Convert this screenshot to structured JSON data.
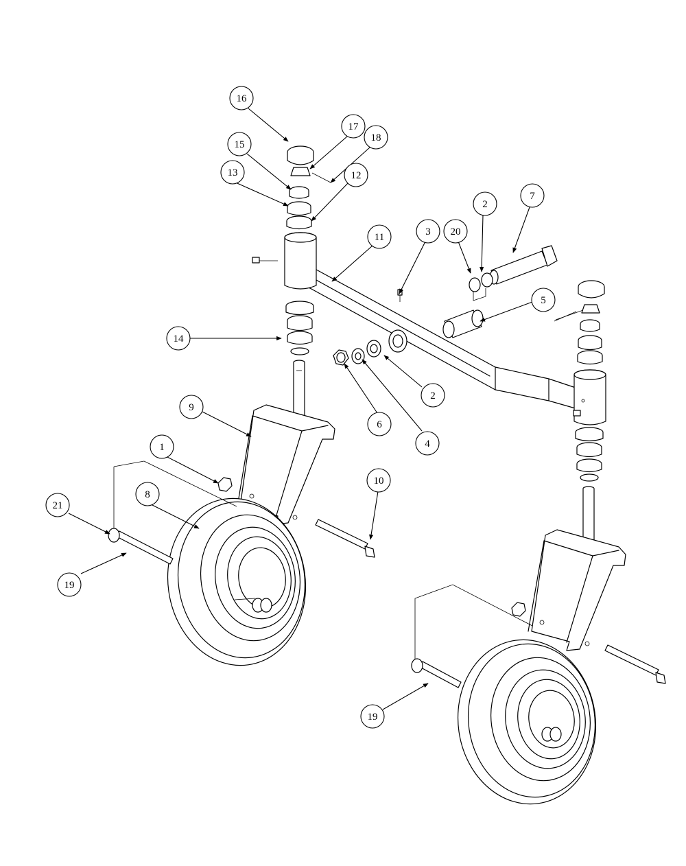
{
  "callouts": [
    {
      "label": "16"
    },
    {
      "label": "17"
    },
    {
      "label": "18"
    },
    {
      "label": "15"
    },
    {
      "label": "13"
    },
    {
      "label": "12"
    },
    {
      "label": "2"
    },
    {
      "label": "7"
    },
    {
      "label": "20"
    },
    {
      "label": "3"
    },
    {
      "label": "11"
    },
    {
      "label": "5"
    },
    {
      "label": "14"
    },
    {
      "label": "2"
    },
    {
      "label": "6"
    },
    {
      "label": "4"
    },
    {
      "label": "9"
    },
    {
      "label": "1"
    },
    {
      "label": "10"
    },
    {
      "label": "8"
    },
    {
      "label": "21"
    },
    {
      "label": "19"
    },
    {
      "label": "19"
    }
  ],
  "icons": {
    "arrow": "arrowhead-icon"
  }
}
